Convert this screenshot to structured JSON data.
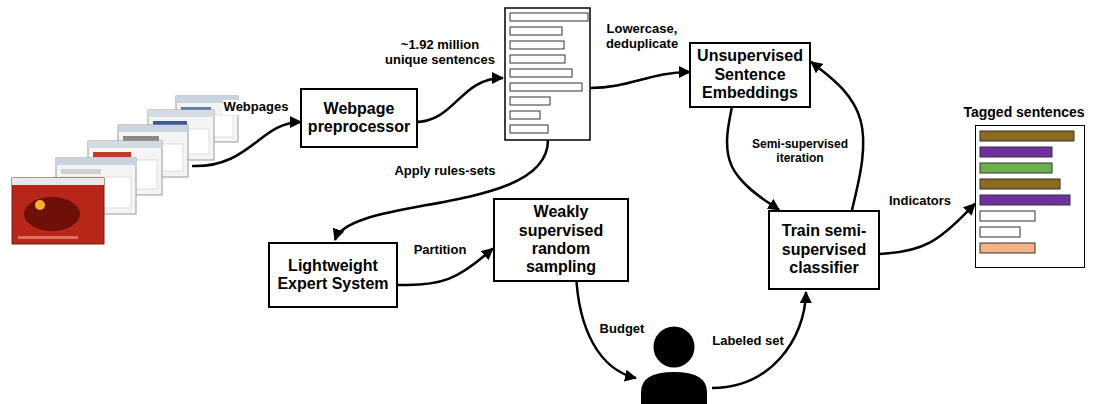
{
  "diagram": {
    "nodes": [
      {
        "text": [
          "Webpage preprocessor"
        ]
      },
      {
        "text": [
          "Unsupervised Sentence Embeddings"
        ]
      },
      {
        "text": [
          "Lightweight Expert System"
        ]
      },
      {
        "text": [
          "Weakly supervised random sampling"
        ]
      },
      {
        "text": [
          "Train semi-supervised classifier"
        ]
      },
      {
        "text": [
          "Tagged sentences"
        ]
      }
    ],
    "edges": [
      {
        "from": 2,
        "to": 3,
        "label": "Partition",
        "arrow": "to"
      },
      {
        "from": 1,
        "to": 4,
        "label": "Semi-supervised iteration",
        "arrow": "to"
      },
      {
        "from": 4,
        "to": 1,
        "arrow": "to"
      },
      {
        "from": 4,
        "to": 5,
        "label": "Indicators",
        "arrow": "to"
      }
    ],
    "labels": [
      "Webpages",
      "~1.92 million unique sentences",
      "Lowercase, deduplicate",
      "Apply rules-sets",
      "Budget",
      "Labeled set"
    ]
  }
}
